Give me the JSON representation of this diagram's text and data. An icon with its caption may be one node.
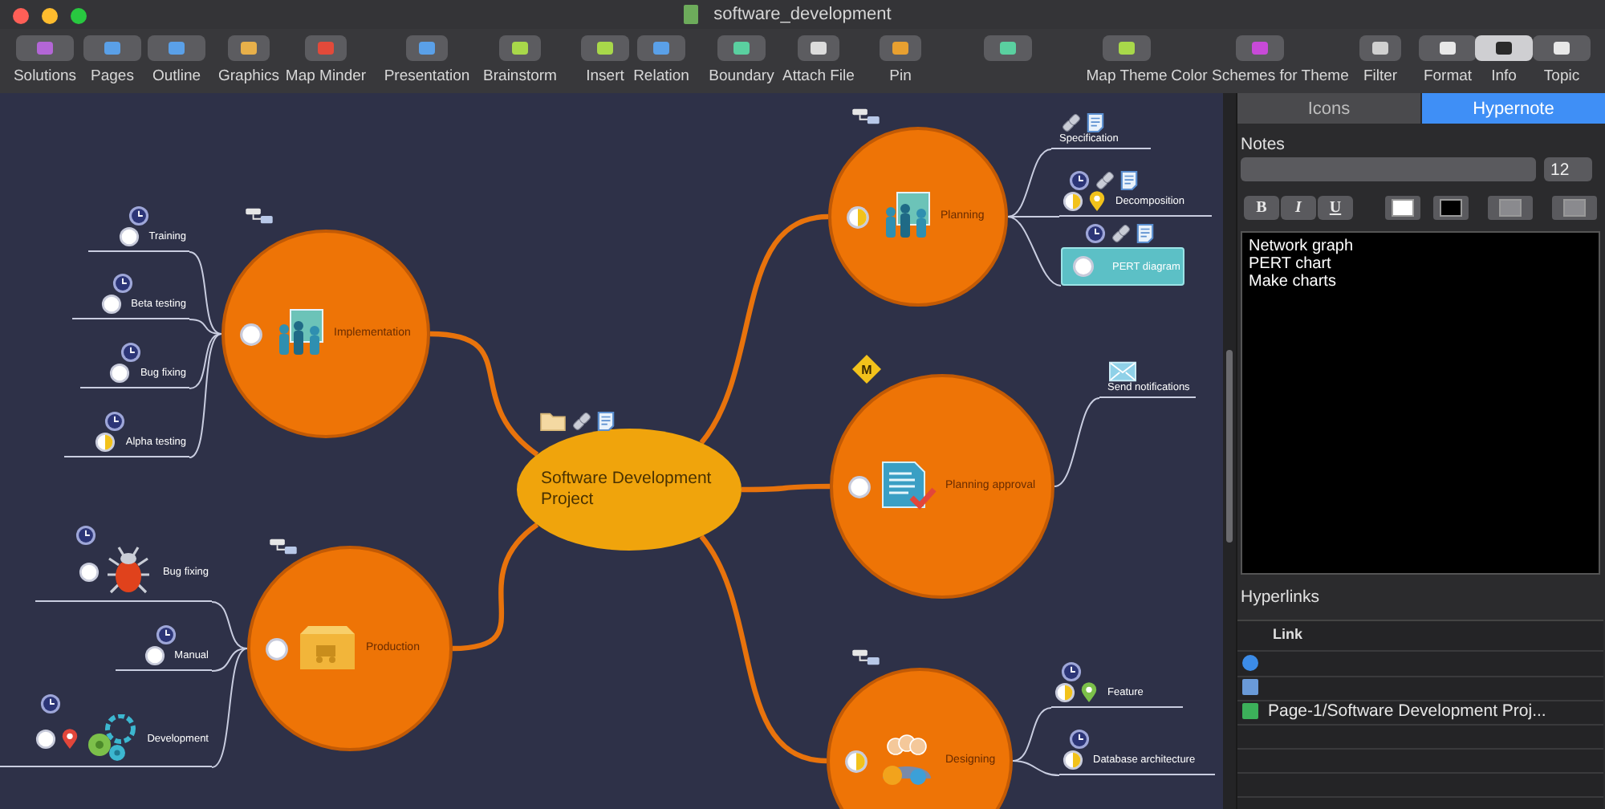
{
  "diagram": {
    "nodes": [
      {
        "text": [
          "Software Development Project"
        ]
      },
      {
        "text": [
          "Implementation"
        ]
      },
      {
        "text": [
          "Training"
        ]
      },
      {
        "text": [
          "Beta testing"
        ]
      },
      {
        "text": [
          "Bug fixing"
        ]
      },
      {
        "text": [
          "Alpha testing"
        ]
      },
      {
        "text": [
          "Production"
        ]
      },
      {
        "text": [
          "Bug fixing"
        ]
      },
      {
        "text": [
          "Manual"
        ]
      },
      {
        "text": [
          "Development"
        ]
      },
      {
        "text": [
          "Planning"
        ]
      },
      {
        "text": [
          "Specification"
        ]
      },
      {
        "text": [
          "Decomposition"
        ]
      },
      {
        "text": [
          "PERT diagram"
        ]
      },
      {
        "text": [
          "Planning approval"
        ]
      },
      {
        "text": [
          "Send notifications"
        ]
      },
      {
        "text": [
          "Designing"
        ]
      },
      {
        "text": [
          "Feature"
        ]
      },
      {
        "text": [
          "Database architecture"
        ]
      }
    ],
    "edges": [
      {
        "from": 0,
        "to": 1,
        "arrow": "none",
        "style": "thick",
        "color": "#e8730c"
      },
      {
        "from": 0,
        "to": 6,
        "arrow": "none",
        "style": "thick",
        "color": "#e8730c"
      },
      {
        "from": 0,
        "to": 10,
        "arrow": "none",
        "style": "thick",
        "color": "#e8730c"
      },
      {
        "from": 0,
        "to": 14,
        "arrow": "none",
        "style": "thick",
        "color": "#e8730c"
      },
      {
        "from": 0,
        "to": 16,
        "arrow": "none",
        "style": "thick",
        "color": "#e8730c"
      },
      {
        "from": 1,
        "to": 2,
        "arrow": "none"
      },
      {
        "from": 1,
        "to": 3,
        "arrow": "none"
      },
      {
        "from": 1,
        "to": 4,
        "arrow": "none"
      },
      {
        "from": 1,
        "to": 5,
        "arrow": "none"
      },
      {
        "from": 6,
        "to": 7,
        "arrow": "none"
      },
      {
        "from": 6,
        "to": 8,
        "arrow": "none"
      },
      {
        "from": 6,
        "to": 9,
        "arrow": "none"
      },
      {
        "from": 10,
        "to": 11,
        "arrow": "none"
      },
      {
        "from": 10,
        "to": 12,
        "arrow": "none"
      },
      {
        "from": 10,
        "to": 13,
        "arrow": "none"
      },
      {
        "from": 14,
        "to": 15,
        "arrow": "none"
      },
      {
        "from": 16,
        "to": 17,
        "arrow": "none"
      },
      {
        "from": 16,
        "to": 18,
        "arrow": "none"
      }
    ],
    "labels": [
      "software_development",
      "Solutions",
      "Pages",
      "Outline",
      "Graphics",
      "Map Minder",
      "Presentation",
      "Brainstorm",
      "Insert",
      "Relation",
      "Boundary",
      "Attach File",
      "Pin",
      "Map Theme",
      "Color Schemes for Theme",
      "Filter",
      "Format",
      "Info",
      "Topic",
      "M",
      "Icons",
      "Hypernote",
      "Notes",
      "12",
      "B",
      "I",
      "U",
      "Network graph",
      "PERT chart",
      "Make charts",
      "Hyperlinks",
      "Link",
      "Page-1/Software Development Proj..."
    ]
  }
}
